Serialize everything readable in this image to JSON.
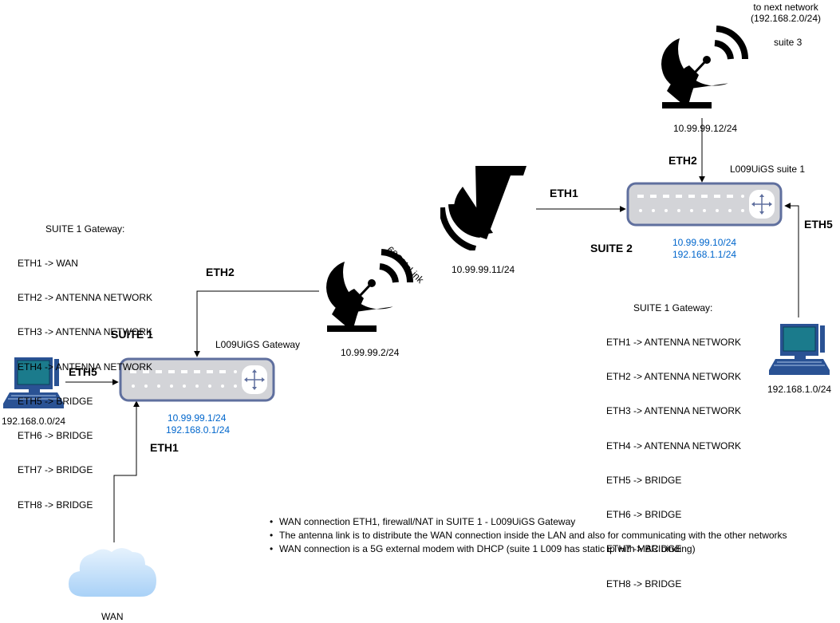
{
  "labels": {
    "to_next_network": "to next network",
    "next_subnet": "(192.168.2.0/24)",
    "suite3": "suite 3",
    "ip_sat_top": "10.99.99.12/24",
    "eth2_top": "ETH2",
    "router2_name": "L009UiGS suite 1",
    "eth1_mid": "ETH1",
    "ip_sat_mid": "10.99.99.11/24",
    "eth5_right": "ETH5",
    "suite2": "SUITE 2",
    "router2_ip1": "10.99.99.10/24",
    "router2_ip2": "192.168.1.1/24",
    "link_label": "60GHzLink",
    "eth2_left": "ETH2",
    "ip_sat_left": "10.99.99.2/24",
    "suite1": "SUITE 1",
    "router1_name": "L009UiGS Gateway",
    "eth5_left": "ETH5",
    "pc_left_ip": "192.168.0.0/24",
    "router1_ip1": "10.99.99.1/24",
    "router1_ip2": "192.168.0.1/24",
    "eth1_bottom": "ETH1",
    "pc_right_ip": "192.168.1.0/24",
    "wan": "WAN"
  },
  "gateway_left": {
    "title": "SUITE 1 Gateway:",
    "lines": [
      "ETH1 -> WAN",
      "ETH2 -> ANTENNA NETWORK",
      "ETH3 -> ANTENNA NETWORK",
      "ETH4 -> ANTENNA NETWORK",
      "ETH5 -> BRIDGE",
      "ETH6 -> BRIDGE",
      "ETH7 -> BRIDGE",
      "ETH8 -> BRIDGE"
    ]
  },
  "gateway_right": {
    "title": "SUITE 1 Gateway:",
    "lines": [
      "ETH1 -> ANTENNA NETWORK",
      "ETH2 -> ANTENNA NETWORK",
      "ETH3 -> ANTENNA NETWORK",
      "ETH4 -> ANTENNA NETWORK",
      "ETH5 -> BRIDGE",
      "ETH6 -> BRIDGE",
      "ETH7 -> BRIDGE",
      "ETH8 -> BRIDGE"
    ]
  },
  "notes": [
    "WAN connection ETH1, firewall/NAT in SUITE 1 - L009UiGS Gateway",
    "The antenna link is to distribute the WAN connection inside the LAN and also for communicating with the other networks",
    "WAN connection is a 5G external modem with DHCP (suite 1 L009 has static ip with MAC binding)"
  ],
  "colors": {
    "router_body": "#d3d4d8",
    "router_border": "#5f6f9e",
    "ip_blue": "#0066cc",
    "cloud": "#a9d1f7",
    "pc_screen": "#1b7b8c",
    "pc_body": "#2a5294"
  },
  "icons": {
    "satellite_dish": "satellite-dish-icon",
    "router": "router-icon",
    "computer": "computer-icon",
    "cloud": "cloud-icon"
  }
}
